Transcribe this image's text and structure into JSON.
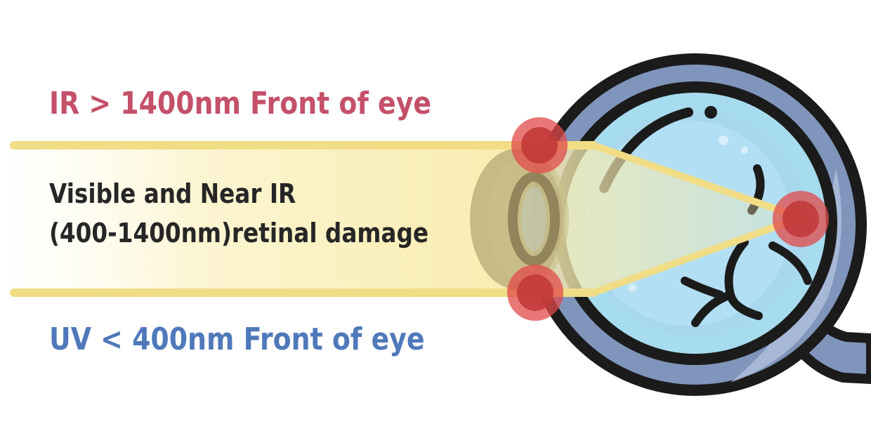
{
  "labels": {
    "ir": "IR > 1400nm Front of eye",
    "visible_line1": "Visible and Near IR",
    "visible_line2": "(400-1400nm)retinal damage",
    "uv": "UV < 400nm Front of eye"
  },
  "colors": {
    "ir_text": "#c4506a",
    "visible_text": "#262626",
    "uv_text": "#4f79bb",
    "beam_line": "#f1dd86",
    "beam_fill": "#fbf0bb",
    "eye_outline": "#1b1b1b",
    "sclera": "#7f95bb",
    "vitreous": "#a7dcef",
    "lens": "#8a7b54",
    "hotspot": "#e24a4a"
  },
  "icons": {
    "eye": "eyeball-cross-section-icon",
    "hotspots": "damage-hotspot-icon"
  }
}
